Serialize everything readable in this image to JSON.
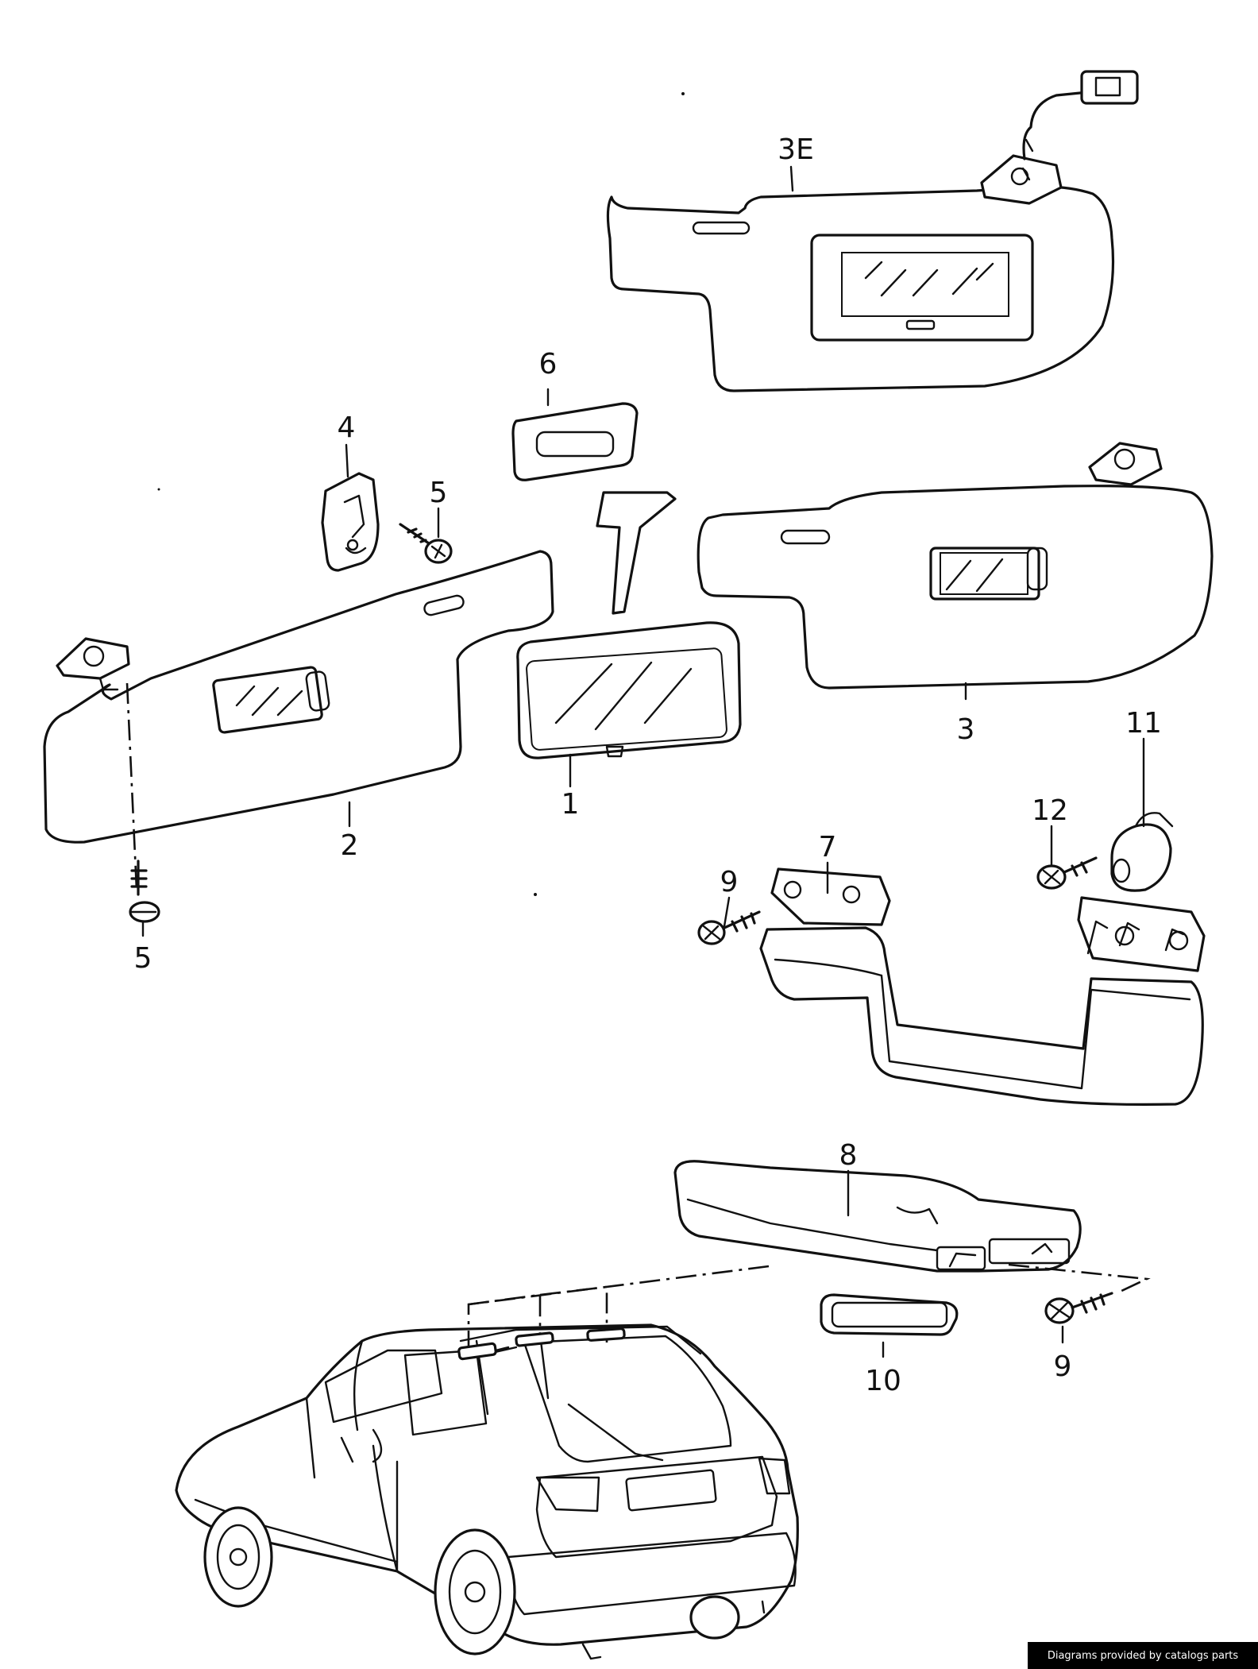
{
  "callouts": {
    "part_1": "1",
    "part_2": "2",
    "part_3": "3",
    "part_3e": "3E",
    "part_4": "4",
    "part_5_upper": "5",
    "part_5_lower": "5",
    "part_6": "6",
    "part_7": "7",
    "part_8": "8",
    "part_9_upper": "9",
    "part_9_lower": "9",
    "part_10": "10",
    "part_11": "11",
    "part_12": "12"
  },
  "footer": {
    "credit": "Diagrams provided by catalogs parts"
  }
}
